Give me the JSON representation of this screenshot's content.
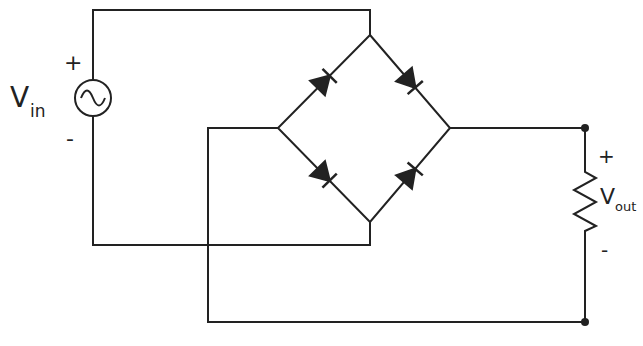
{
  "diagram": {
    "labels": [
      "+",
      "V",
      "in",
      "-",
      "+",
      "V",
      "out",
      "-"
    ]
  }
}
